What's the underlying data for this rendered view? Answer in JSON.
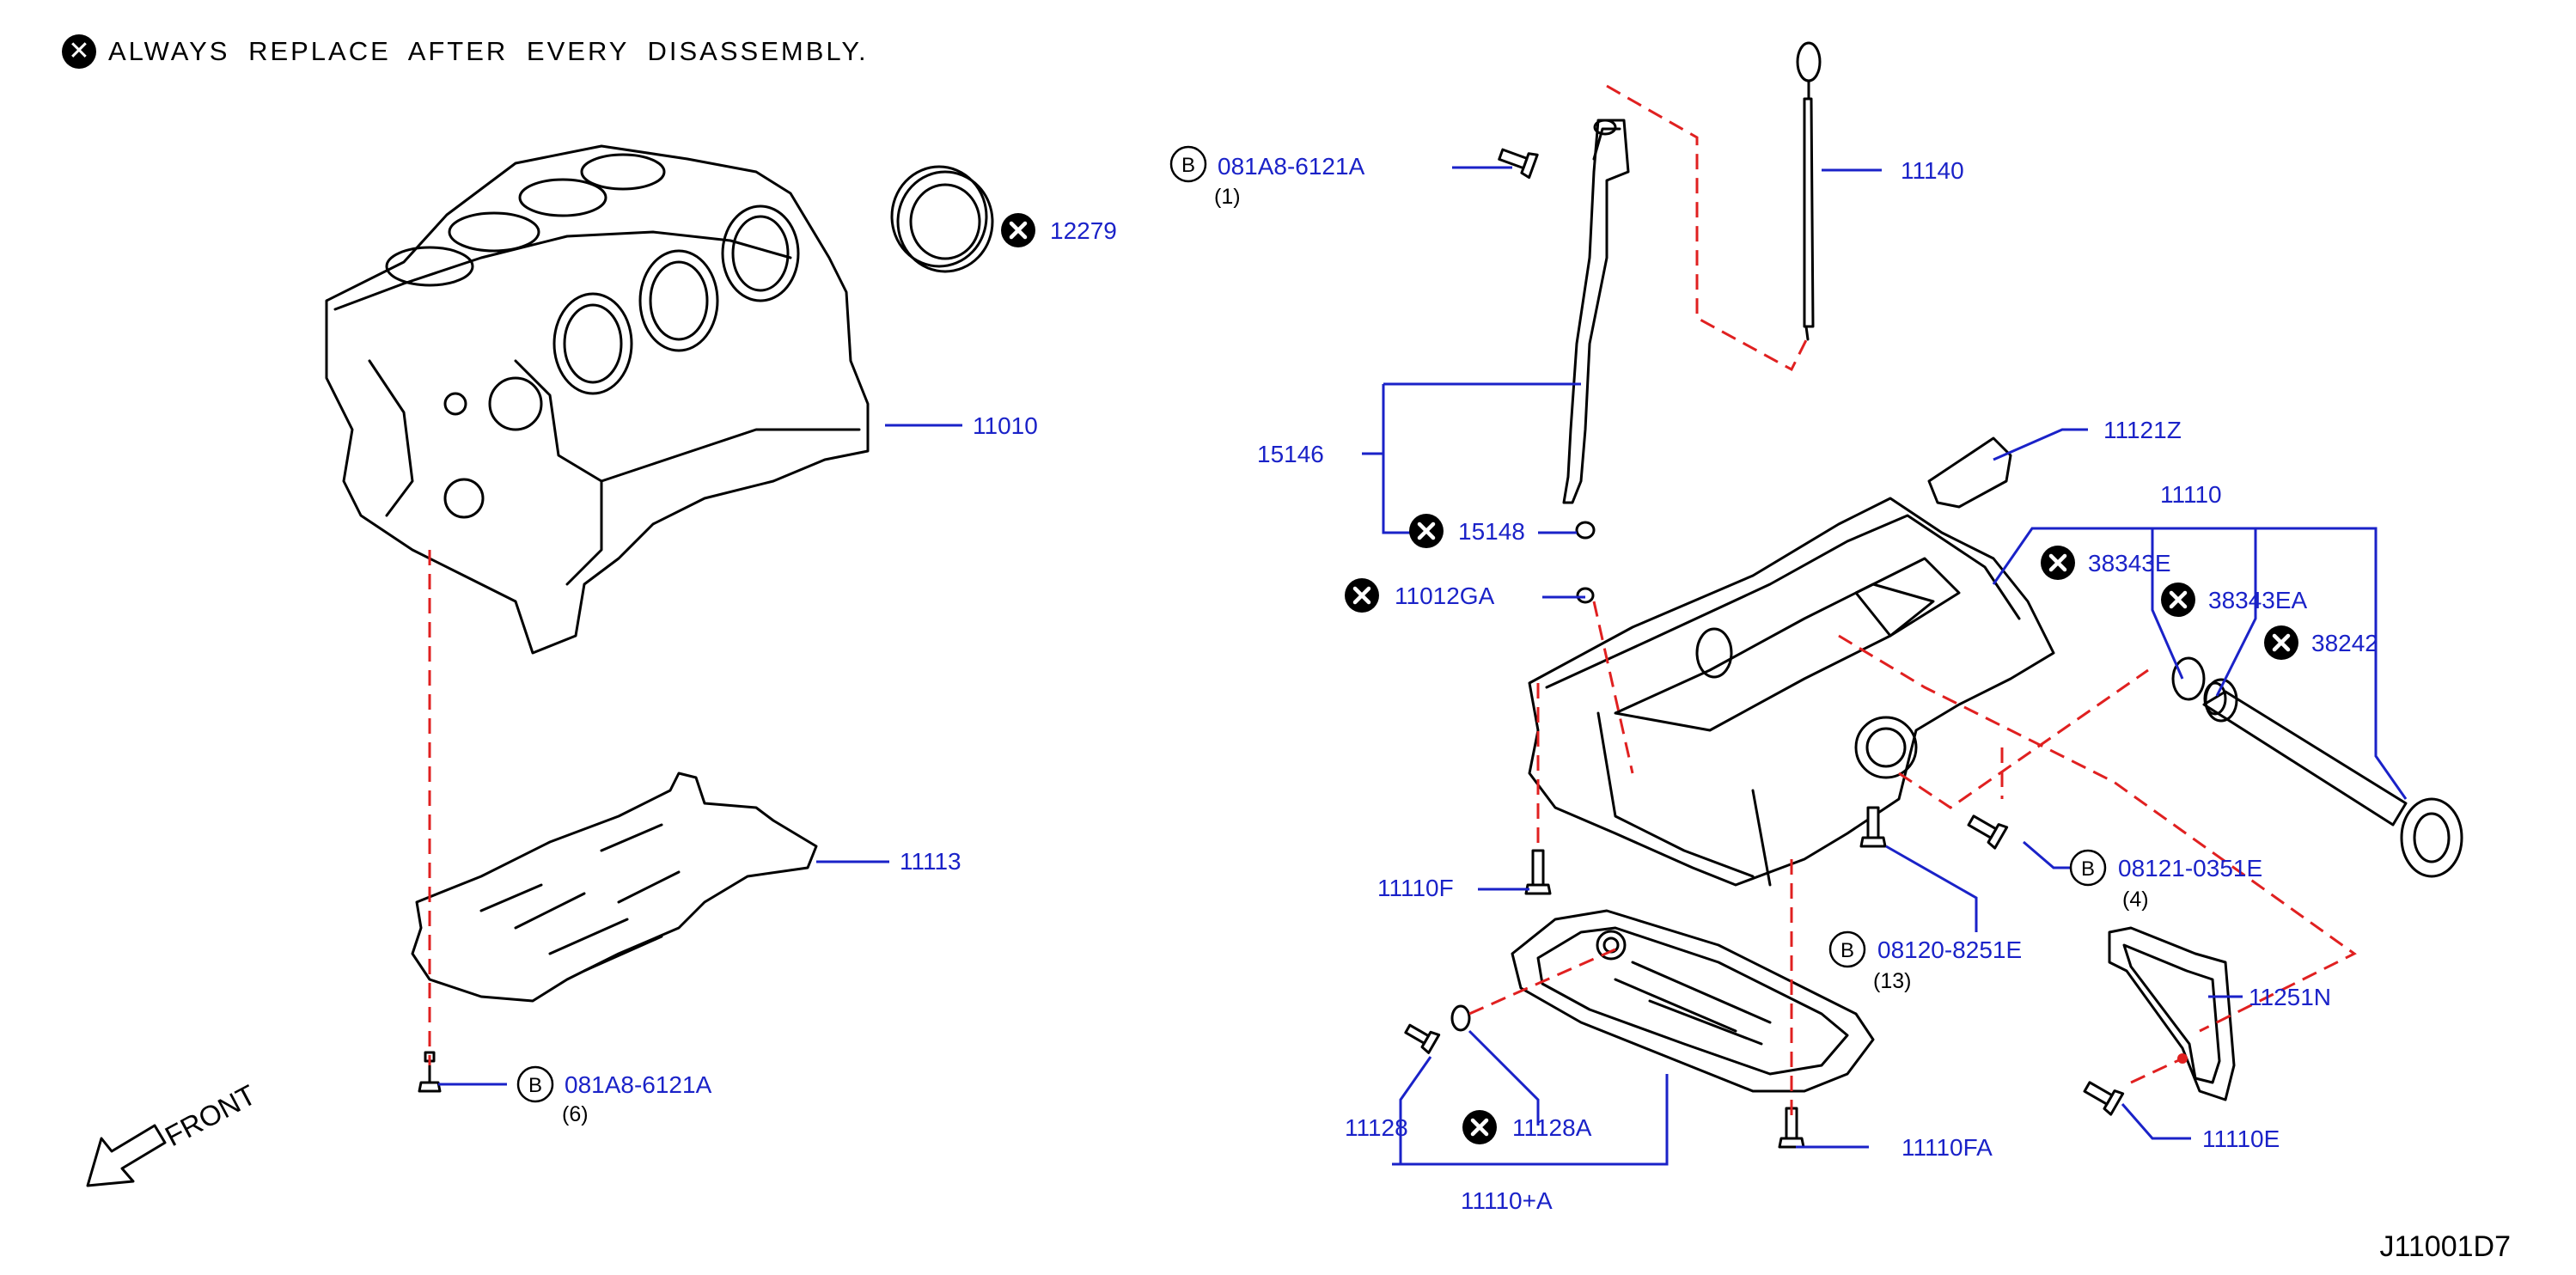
{
  "note": {
    "text": "ALWAYS  REPLACE  AFTER  EVERY  DISASSEMBLY.",
    "icon": "x-circle-icon"
  },
  "front_label": "FRONT",
  "diagram_code": "J11001D7",
  "colors": {
    "part_number": "#1a22c8",
    "dashed_guide": "#e02020",
    "line_art": "#000000"
  },
  "callouts": [
    {
      "id": "p12279",
      "number": "12279",
      "replace": true
    },
    {
      "id": "p11010",
      "number": "11010",
      "replace": false
    },
    {
      "id": "p11113",
      "number": "11113",
      "replace": false
    },
    {
      "id": "pB081a_6",
      "number": "081A8-6121A",
      "replace": false,
      "bolt": true,
      "qty": "(6)"
    },
    {
      "id": "pB081a_1",
      "number": "081A8-6121A",
      "replace": false,
      "bolt": true,
      "qty": "(1)"
    },
    {
      "id": "p11140",
      "number": "11140",
      "replace": false
    },
    {
      "id": "p15146",
      "number": "15146",
      "replace": false
    },
    {
      "id": "p15148",
      "number": "15148",
      "replace": true
    },
    {
      "id": "p11012GA",
      "number": "11012GA",
      "replace": true
    },
    {
      "id": "p11121Z",
      "number": "11121Z",
      "replace": false
    },
    {
      "id": "p11110",
      "number": "11110",
      "replace": false
    },
    {
      "id": "p38343E",
      "number": "38343E",
      "replace": true
    },
    {
      "id": "p38343EA",
      "number": "38343EA",
      "replace": true
    },
    {
      "id": "p38242",
      "number": "38242",
      "replace": true
    },
    {
      "id": "pB08121",
      "number": "08121-0351E",
      "replace": false,
      "bolt": true,
      "qty": "(4)"
    },
    {
      "id": "p11110F",
      "number": "11110F",
      "replace": false
    },
    {
      "id": "pB08120",
      "number": "08120-8251E",
      "replace": false,
      "bolt": true,
      "qty": "(13)"
    },
    {
      "id": "p11251N",
      "number": "11251N",
      "replace": false
    },
    {
      "id": "p11128",
      "number": "11128",
      "replace": false
    },
    {
      "id": "p11128A",
      "number": "11128A",
      "replace": true
    },
    {
      "id": "p11110A",
      "number": "11110+A",
      "replace": false
    },
    {
      "id": "p11110FA",
      "number": "11110FA",
      "replace": false
    },
    {
      "id": "p11110E",
      "number": "11110E",
      "replace": false
    }
  ],
  "bolt_marker": "B"
}
